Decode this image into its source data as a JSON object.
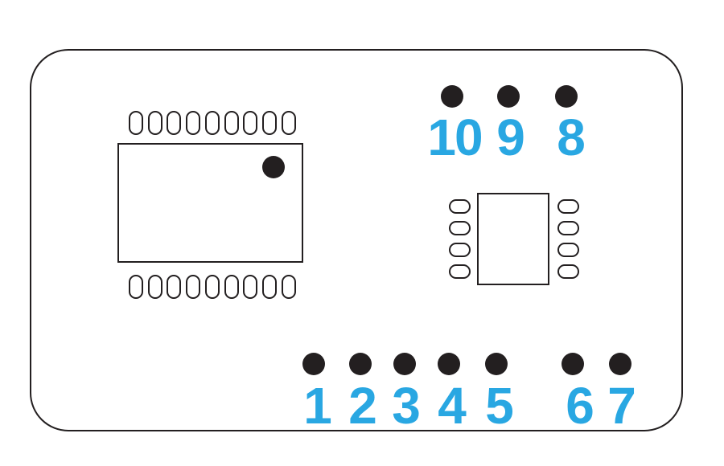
{
  "diagram": {
    "type": "pcb-component-layout",
    "colors": {
      "outline_ink": "#231F20",
      "label_blue": "#29A7E2",
      "background": "#FFFFFF"
    }
  },
  "large_ic": {
    "top_pin_count": 9,
    "bottom_pin_count": 9,
    "pin1_marker": "filled-circle"
  },
  "small_ic": {
    "left_pin_count": 4,
    "right_pin_count": 4
  },
  "test_points_top": [
    {
      "label": "10"
    },
    {
      "label": "9"
    },
    {
      "label": "8"
    }
  ],
  "test_points_bottom": [
    {
      "label": "1"
    },
    {
      "label": "2"
    },
    {
      "label": "3"
    },
    {
      "label": "4"
    },
    {
      "label": "5"
    },
    {
      "label": "6"
    },
    {
      "label": "7"
    }
  ]
}
